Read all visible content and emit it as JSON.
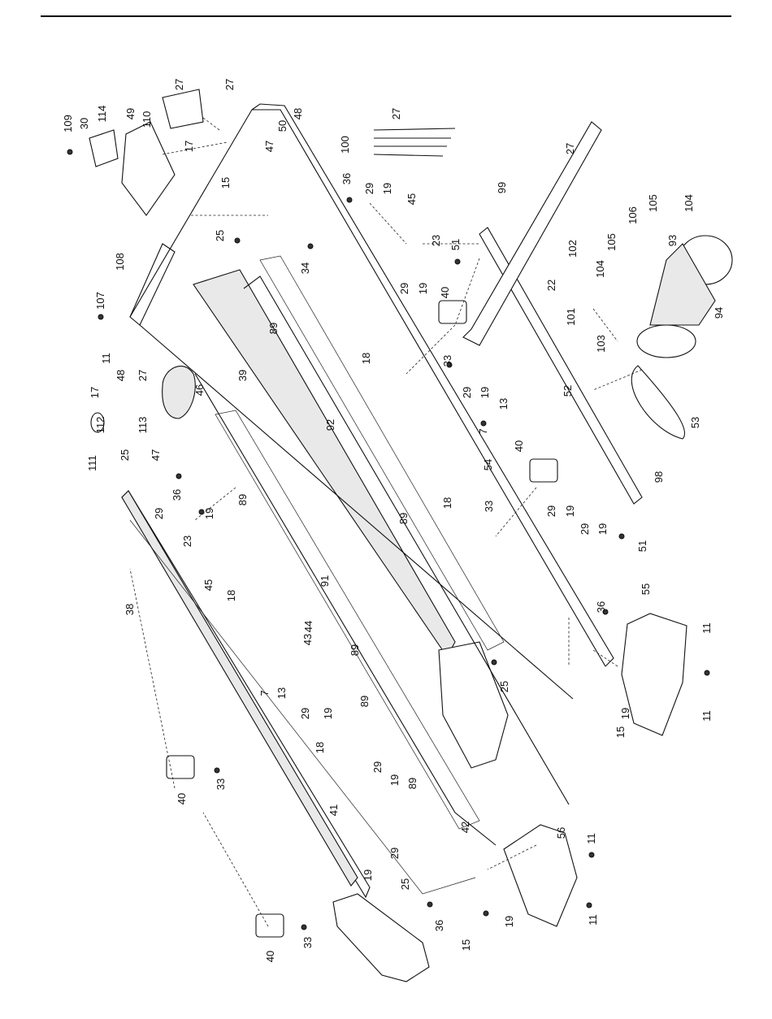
{
  "diagram": {
    "type": "exploded-parts-view",
    "orientation": "rotated-90",
    "labels": [
      "109",
      "30",
      "114",
      "49",
      "27",
      "110",
      "27",
      "17",
      "48",
      "50",
      "27",
      "47",
      "100",
      "27",
      "15",
      "36",
      "29",
      "19",
      "45",
      "99",
      "105",
      "104",
      "106",
      "93",
      "108",
      "25",
      "23",
      "51",
      "102",
      "105",
      "22",
      "104",
      "34",
      "40",
      "89",
      "29",
      "19",
      "107",
      "101",
      "94",
      "103",
      "11",
      "48",
      "27",
      "18",
      "33",
      "39",
      "46",
      "17",
      "52",
      "29",
      "19",
      "13",
      "92",
      "7",
      "53",
      "113",
      "112",
      "111",
      "25",
      "47",
      "40",
      "54",
      "98",
      "36",
      "89",
      "18",
      "33",
      "29",
      "19",
      "29",
      "19",
      "51",
      "29",
      "19",
      "89",
      "23",
      "45",
      "91",
      "36",
      "55",
      "44",
      "18",
      "38",
      "43",
      "89",
      "11",
      "25",
      "13",
      "7",
      "29",
      "19",
      "19",
      "89",
      "15",
      "11",
      "18",
      "40",
      "33",
      "29",
      "19",
      "89",
      "41",
      "42",
      "56",
      "19",
      "29",
      "11",
      "25",
      "36",
      "19",
      "11",
      "40",
      "33",
      "15"
    ]
  }
}
